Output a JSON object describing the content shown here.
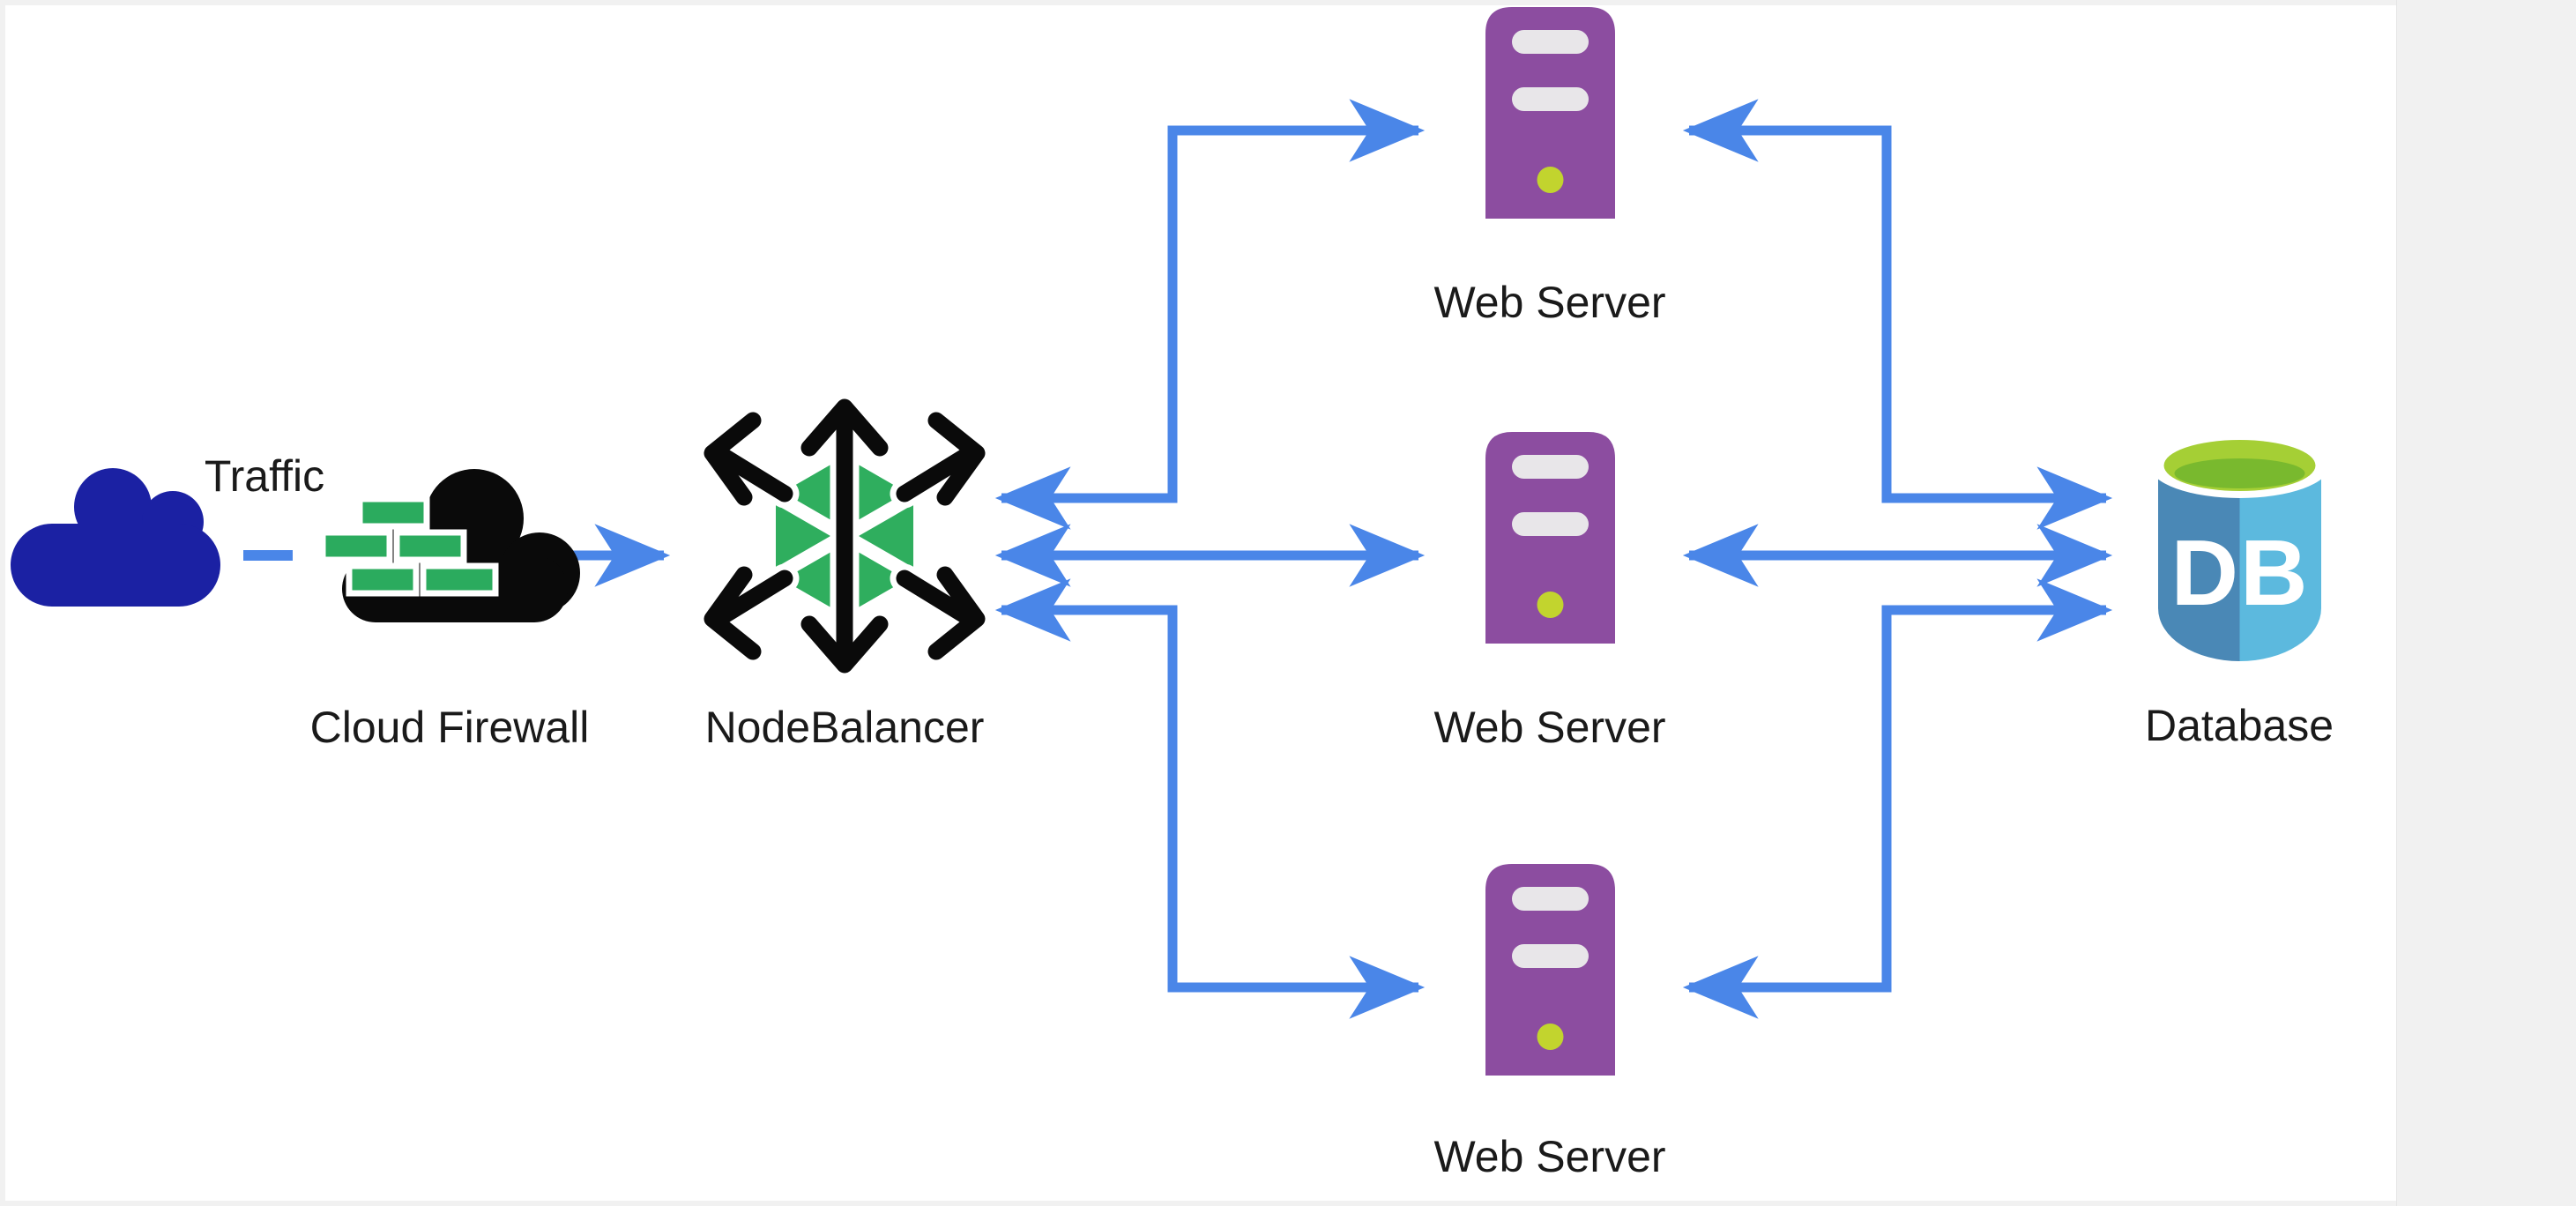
{
  "page": {
    "background_color": "#f1f1f1",
    "canvas_color": "#ffffff"
  },
  "colors": {
    "arrow": "#4a86e8",
    "traffic_cloud": "#1b21a3",
    "firewall_cloud": "#0a0a0a",
    "firewall_brick": "#2bab5e",
    "balancer_hex": "#2fae5e",
    "balancer_arrows": "#0a0a0a",
    "server_body": "#8c4da0",
    "server_slot": "#e8e6e9",
    "server_led": "#c2d42e",
    "db_left": "#4a88b6",
    "db_right": "#5cb9de",
    "db_top": "#a5cf35",
    "db_top_dark": "#79b92e",
    "label_text": "#1a1a1a"
  },
  "nodes": {
    "traffic": {
      "label": "Traffic"
    },
    "firewall": {
      "label": "Cloud Firewall"
    },
    "nodebalancer": {
      "label": "NodeBalancer"
    },
    "web_servers": [
      {
        "label": "Web Server"
      },
      {
        "label": "Web Server"
      },
      {
        "label": "Web Server"
      }
    ],
    "database": {
      "label": "Database",
      "icon_text": "DB"
    }
  },
  "edges": [
    "traffic - firewall (dash link)",
    "firewall -> nodebalancer",
    "nodebalancer <-> web-server-1",
    "nodebalancer <-> web-server-2",
    "nodebalancer <-> web-server-3",
    "web-server-1 <-> database",
    "web-server-2 <-> database",
    "web-server-3 <-> database"
  ]
}
